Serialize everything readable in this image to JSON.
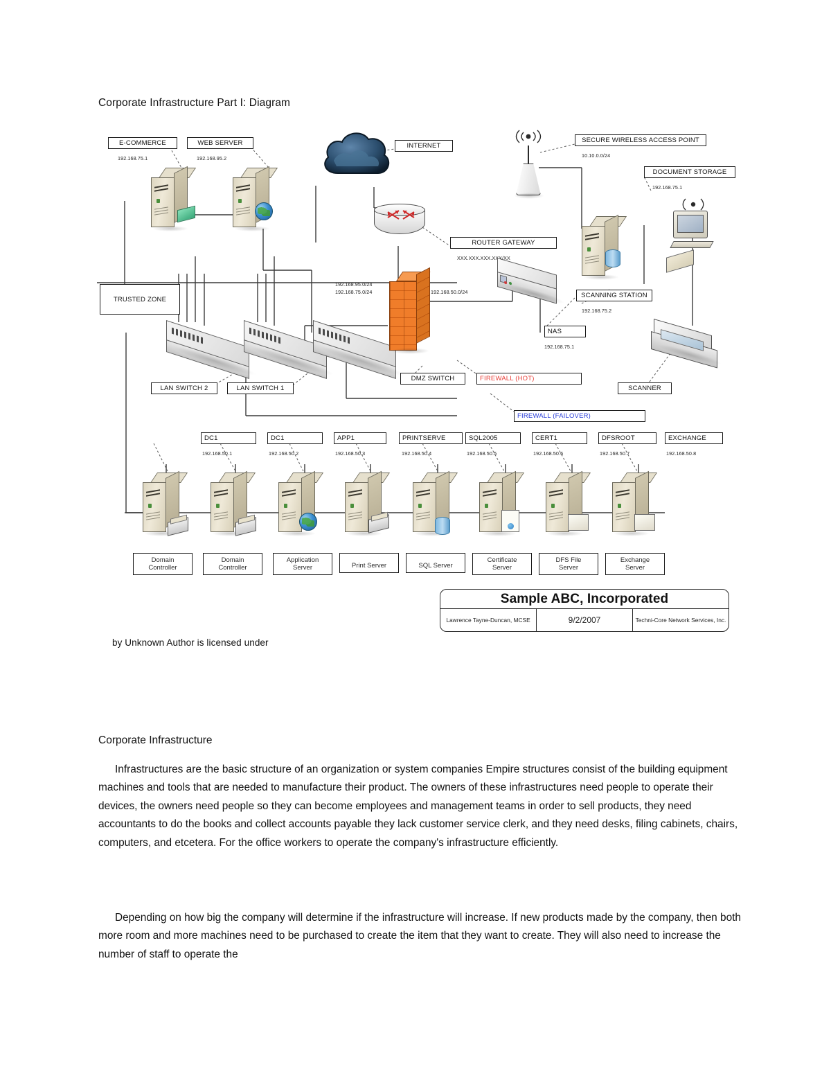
{
  "document": {
    "heading": "Corporate Infrastructure Part I: Diagram",
    "image_caption": "by Unknown Author is licensed under",
    "section_heading": "Corporate Infrastructure",
    "paragraphs": [
      "Infrastructures are the basic structure of an organization or system companies Empire structures consist of the building equipment machines and tools that are needed to manufacture their product. The owners of these infrastructures need people to operate their devices, the owners need people so they can become employees and management teams in order to sell products, they need accountants to do the books and collect accounts payable they lack customer service clerk, and they need desks, filing cabinets, chairs, computers, and etcetera. For the office workers to operate the company's infrastructure efficiently.",
      "Depending on how big the company will determine if the infrastructure will increase. If new products made by the company, then both more room and more machines need to be purchased to create the item that they want to create. They will also need to increase the number of staff to operate the"
    ]
  },
  "diagram": {
    "colors": {
      "firewall_hot": "#e8403a",
      "firewall_failover": "#2b3fd8",
      "firewall_device": "#f07d2a",
      "cloud": "#1f3c5a",
      "server_body": "#e6e0cd"
    },
    "nodes": [
      {
        "id": "ecommerce",
        "label": "E-COMMERCE",
        "ip": "192.168.75.1"
      },
      {
        "id": "webserver",
        "label": "WEB SERVER",
        "ip": "192.168.95.2"
      },
      {
        "id": "internet",
        "label": "INTERNET",
        "ip": ""
      },
      {
        "id": "wap",
        "label": "SECURE WIRELESS ACCESS POINT",
        "ip": "10.10.0.0/24"
      },
      {
        "id": "docstorage",
        "label": "DOCUMENT STORAGE",
        "ip": "192.168.75.1"
      },
      {
        "id": "router",
        "label": "ROUTER GATEWAY",
        "ip": "XXX.XXX.XXX.XXX/XX"
      },
      {
        "id": "trustedzone",
        "label": "TRUSTED ZONE",
        "ip": ""
      },
      {
        "id": "scanstation",
        "label": "SCANNING STATION",
        "ip": "192.168.75.2"
      },
      {
        "id": "nas",
        "label": "NAS",
        "ip": "192.168.75.1"
      },
      {
        "id": "lanswitch2",
        "label": "LAN SWITCH 2",
        "ip": ""
      },
      {
        "id": "lanswitch1",
        "label": "LAN SWITCH 1",
        "ip": ""
      },
      {
        "id": "dmzswitch",
        "label": "DMZ SWITCH",
        "ip": ""
      },
      {
        "id": "fwhot",
        "label": "FIREWALL (HOT)",
        "ip": ""
      },
      {
        "id": "fwfailover",
        "label": "FIREWALL (FAILOVER)",
        "ip": ""
      },
      {
        "id": "scanner",
        "label": "SCANNER",
        "ip": ""
      }
    ],
    "firewall_subnets": {
      "left_line1": "192.168.95.0/24",
      "left_line2": "192.168.75.0/24",
      "right": "192.168.50.0/24"
    },
    "servers": [
      {
        "label": "DC1",
        "ip": "192.168.50.1",
        "caption": "Domain\nController"
      },
      {
        "label": "DC1",
        "ip": "192.168.50.2",
        "caption": "Domain\nController"
      },
      {
        "label": "APP1",
        "ip": "192.168.50.3",
        "caption": "Application\nServer"
      },
      {
        "label": "PRINTSERVE",
        "ip": "192.168.50.4",
        "caption": "Print Server"
      },
      {
        "label": "SQL2005",
        "ip": "192.168.50.5",
        "caption": "SQL Server"
      },
      {
        "label": "CERT1",
        "ip": "192.168.50.6",
        "caption": "Certificate\nServer"
      },
      {
        "label": "DFSROOT",
        "ip": "192.168.50.7",
        "caption": "DFS File\nServer"
      },
      {
        "label": "EXCHANGE",
        "ip": "192.168.50.8",
        "caption": "Exchange\nServer"
      }
    ],
    "title_block": {
      "company": "Sample ABC, Incorporated",
      "author": "Lawrence Tayne-Duncan, MCSE",
      "date": "9/2/2007",
      "firm": "Techni-Core Network Services, Inc."
    }
  }
}
